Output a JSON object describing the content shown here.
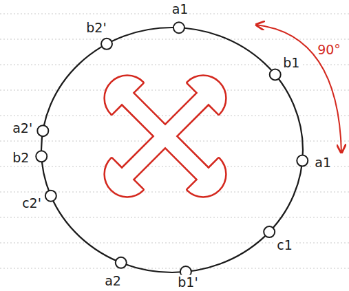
{
  "diagram": {
    "labels": [
      "b2'",
      "a1",
      "90°",
      "b1",
      "a2'",
      "b2",
      "a1",
      "c2'",
      "c1",
      "a2",
      "b1'"
    ]
  }
}
